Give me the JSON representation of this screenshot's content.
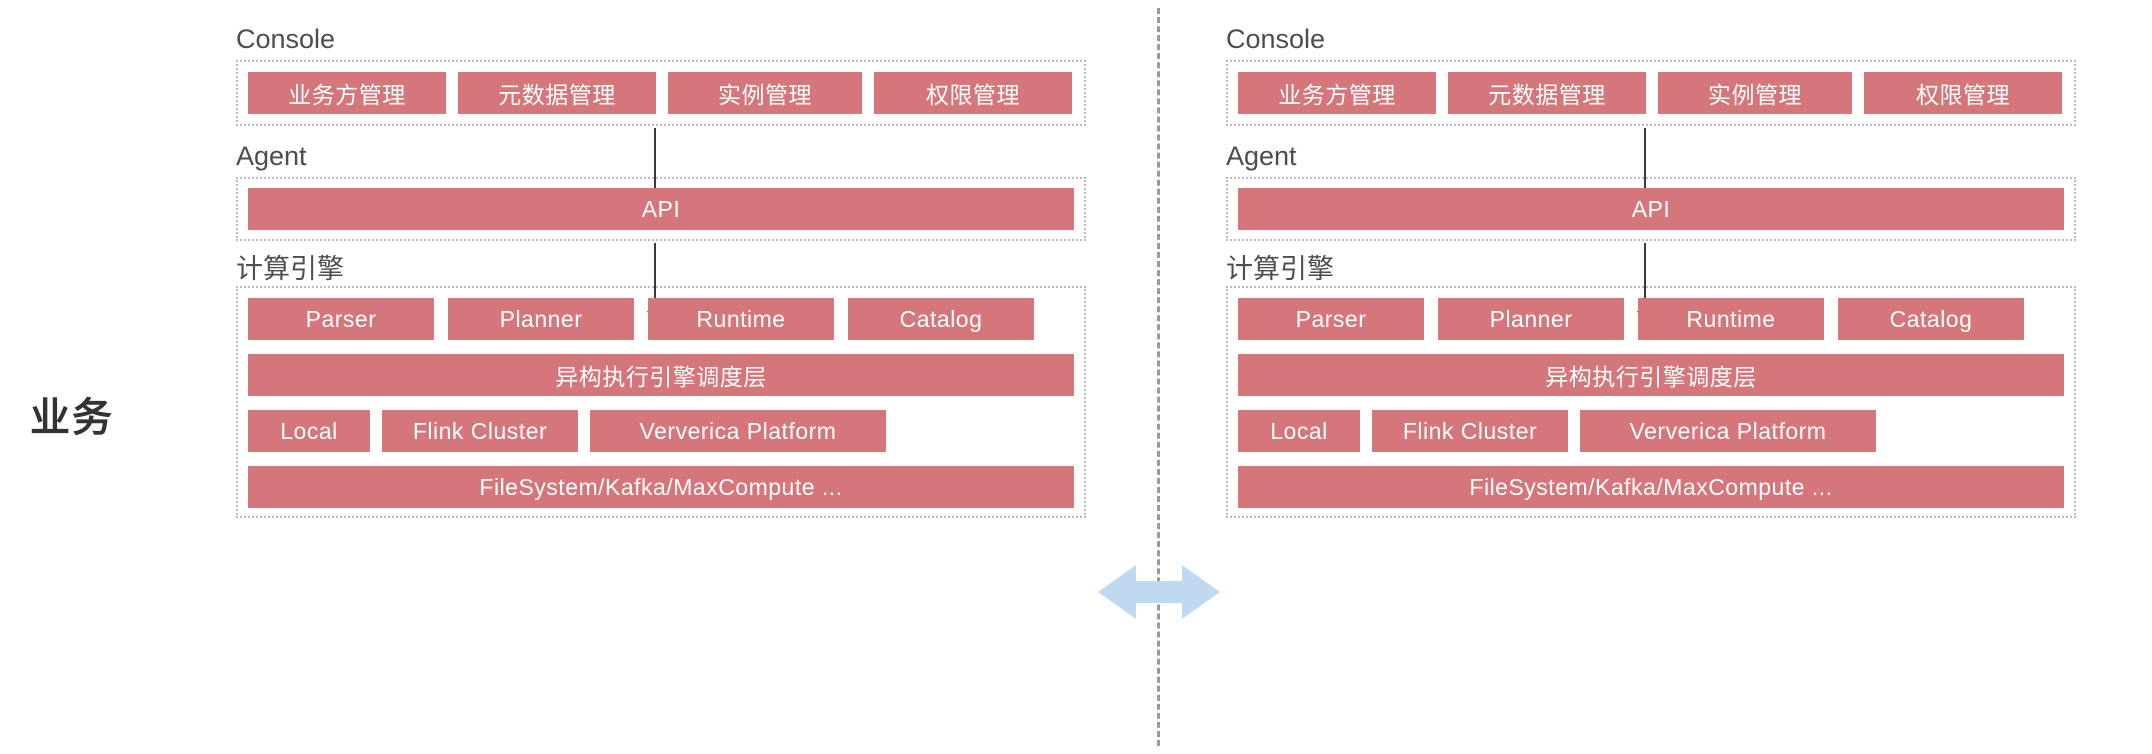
{
  "diagram": {
    "title_side_label": "业务",
    "colors": {
      "box_fill": "#d4767a",
      "box_text": "#ffffff",
      "section_label": "#4d4d4d",
      "group_border": "#bbbbbb",
      "arrow": "#3a3a3a",
      "divider": "#9a9a9a",
      "double_arrow": "#bed9f0"
    },
    "sections": {
      "console": "Console",
      "agent": "Agent",
      "engine": "计算引擎"
    },
    "console_items": [
      "业务方管理",
      "元数据管理",
      "实例管理",
      "权限管理"
    ],
    "agent_items": [
      "API"
    ],
    "engine_row_components": [
      "Parser",
      "Planner",
      "Runtime",
      "Catalog"
    ],
    "engine_row_scheduler": [
      "异构执行引擎调度层"
    ],
    "engine_row_runtimes": [
      "Local",
      "Flink Cluster",
      "Ververica Platform"
    ],
    "engine_row_storage": [
      "FileSystem/Kafka/MaxCompute ..."
    ],
    "center": {
      "double_arrow_icon": "double-headed-horizontal-arrow",
      "divider_icon": "vertical-dashed-divider"
    },
    "connector_icons": [
      "down-arrow-console-to-agent",
      "down-arrow-agent-to-engine"
    ]
  }
}
